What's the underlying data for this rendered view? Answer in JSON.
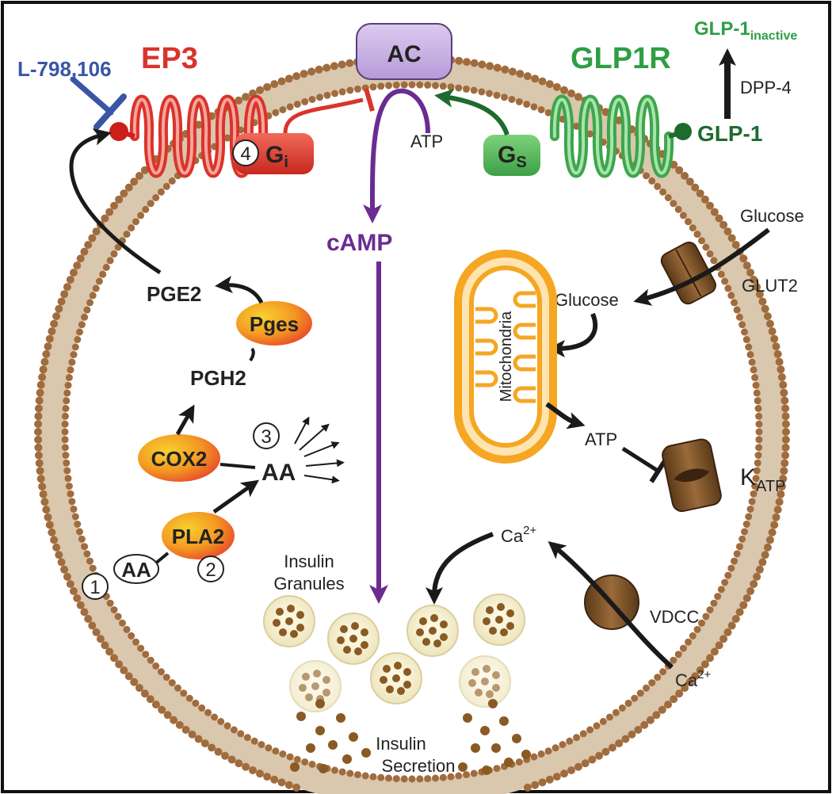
{
  "labels": {
    "ac": "AC",
    "ep3": "EP3",
    "glp1r": "GLP1R",
    "inhibitor": "L-798,106",
    "glp1_inactive_main": "GLP-1",
    "glp1_inactive_sub": "inactive",
    "dpp4": "DPP-4",
    "glp1": "GLP-1",
    "atp_top": "ATP",
    "gi_main": "G",
    "gi_sub": "i",
    "gs_main": "G",
    "gs_sub": "S",
    "camp": "cAMP",
    "glucose_outside": "Glucose",
    "glut2": "GLUT2",
    "glucose_inside": "Glucose",
    "mitochondria": "Mitochondria",
    "atp_mito": "ATP",
    "katp_main": "K",
    "katp_sub": "ATP",
    "pge2": "PGE2",
    "pges": "Pges",
    "pgh2": "PGH2",
    "cox2": "COX2",
    "aa_free": "AA",
    "pla2": "PLA2",
    "aa_membrane": "AA",
    "ca_inside_main": "Ca",
    "ca_inside_sup": "2+",
    "vdcc": "VDCC",
    "ca_outside_main": "Ca",
    "ca_outside_sup": "2+",
    "insulin_granules_1": "Insulin",
    "insulin_granules_2": "Granules",
    "insulin_secretion_1": "Insulin",
    "insulin_secretion_2": "Secretion"
  },
  "steps": [
    "1",
    "2",
    "3",
    "4"
  ],
  "colors": {
    "ep3": "#d9342b",
    "glp1r": "#2e9e44",
    "glp1_dark": "#1e6b2e",
    "inhibitor": "#3a55a5",
    "camp": "#6b2c91",
    "membrane": "#9b6a3c",
    "mitochondria": "#f5a623",
    "enzyme_start": "#f7c623",
    "enzyme_end": "#ee5a2b"
  }
}
